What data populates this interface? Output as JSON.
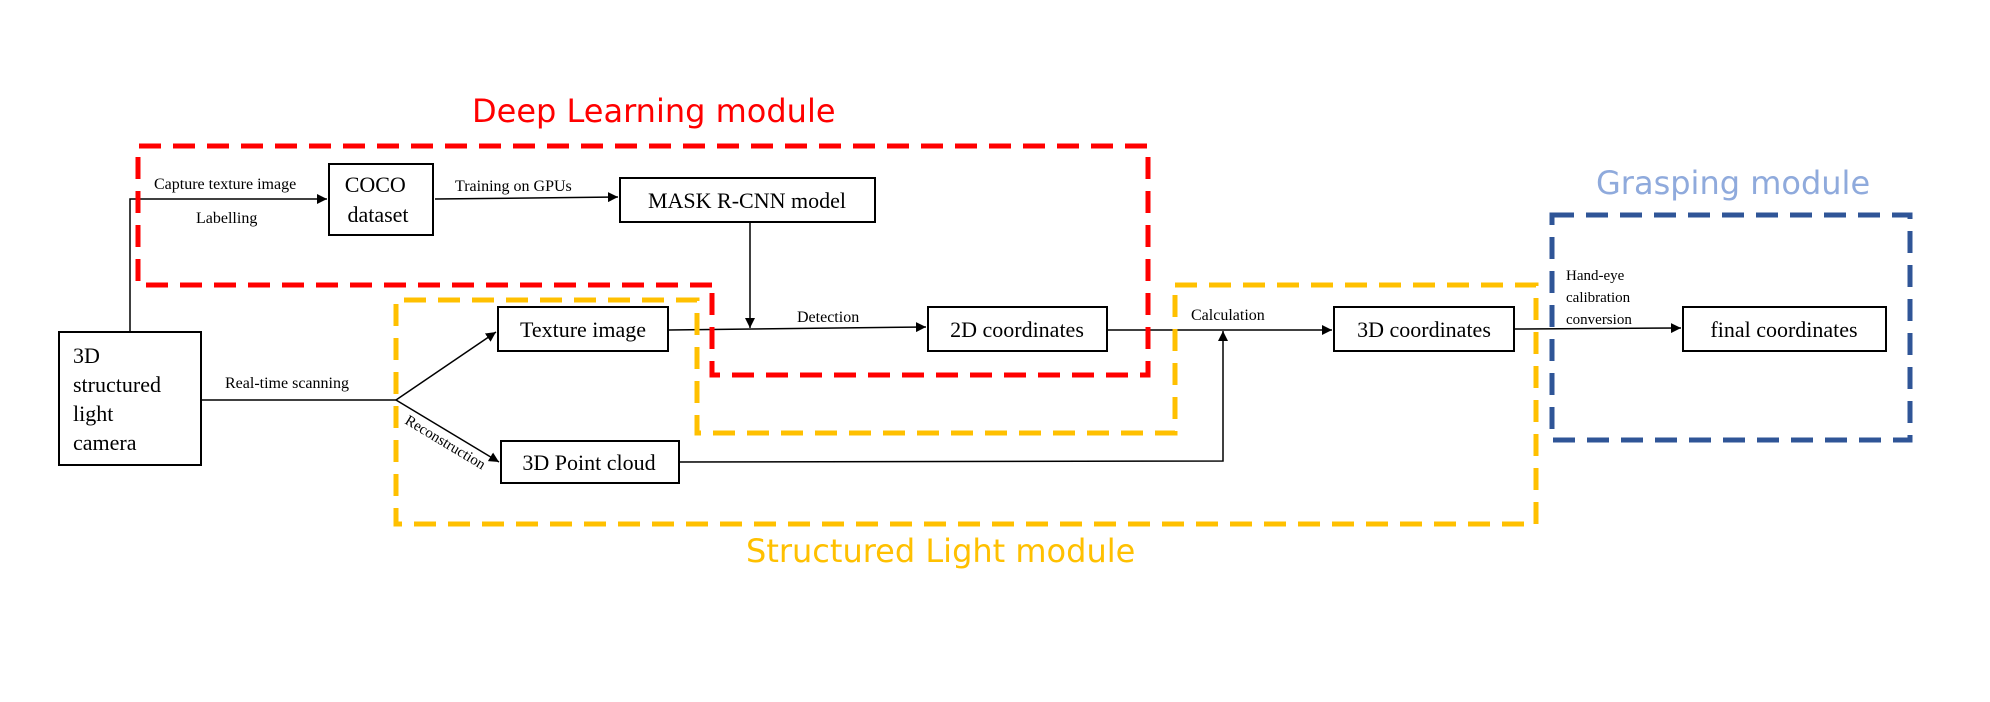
{
  "colors": {
    "deep_learning": "#FF0000",
    "structured_light": "#FFC000",
    "grasping_frame": "#2F5597",
    "grasping_title": "#8FAADC",
    "line": "#000000"
  },
  "modules": {
    "deep_learning": {
      "title": "Deep Learning module"
    },
    "structured_light": {
      "title": "Structured Light module"
    },
    "grasping": {
      "title": "Grasping module"
    }
  },
  "nodes": {
    "camera": {
      "lines": [
        "3D",
        "structured",
        "light",
        "camera"
      ]
    },
    "coco": {
      "lines": [
        "COCO",
        "dataset"
      ]
    },
    "mask_rcnn": {
      "label": "MASK R-CNN model"
    },
    "texture_image": {
      "label": "Texture image"
    },
    "point_cloud": {
      "label": "3D Point cloud"
    },
    "coords_2d": {
      "label": "2D coordinates"
    },
    "coords_3d": {
      "label": "3D coordinates"
    },
    "final_coords": {
      "label": "final coordinates"
    }
  },
  "edges": {
    "capture": "Capture texture image",
    "labelling": "Labelling",
    "training": "Training on GPUs",
    "realtime": "Real-time scanning",
    "reconstruction": "Reconstruction",
    "detection": "Detection",
    "calculation": "Calculation",
    "handeye": [
      "Hand-eye",
      "calibration",
      "conversion"
    ]
  }
}
